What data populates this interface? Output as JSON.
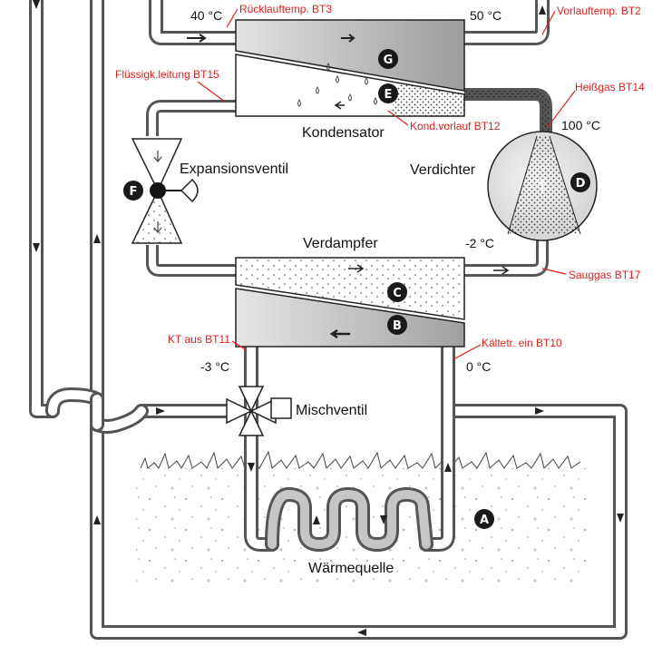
{
  "labels": {
    "kondensator": "Kondensator",
    "verdichter": "Verdichter",
    "expansionsventil": "Expansionsventil",
    "verdampfer": "Verdampfer",
    "mischventil": "Mischventil",
    "waermequelle": "Wärmequelle"
  },
  "temperatures": {
    "t40": "40 °C",
    "t50": "50 °C",
    "t100": "100 °C",
    "tm2": "-2 °C",
    "tm3": "-3 °C",
    "t0": "0 °C"
  },
  "sensors": {
    "bt3": "Rücklauftemp. BT3",
    "bt2": "Vorlauftemp. BT2",
    "bt15": "Flüssigk.leitung BT15",
    "bt14": "Heißgas BT14",
    "bt12": "Kond.vorlauf BT12",
    "bt17": "Sauggas BT17",
    "bt11": "KT aus BT11",
    "bt10": "Kältetr. ein  BT10"
  },
  "badges": {
    "a": "A",
    "b": "B",
    "c": "C",
    "d": "D",
    "e": "E",
    "f": "F",
    "g": "G"
  },
  "colors": {
    "pipe_outer": "#555555",
    "pipe_inner": "#ffffff",
    "badge": "#1a1a1a",
    "sensor_text": "#e0201e",
    "hot_water": "#bcbcbc"
  }
}
